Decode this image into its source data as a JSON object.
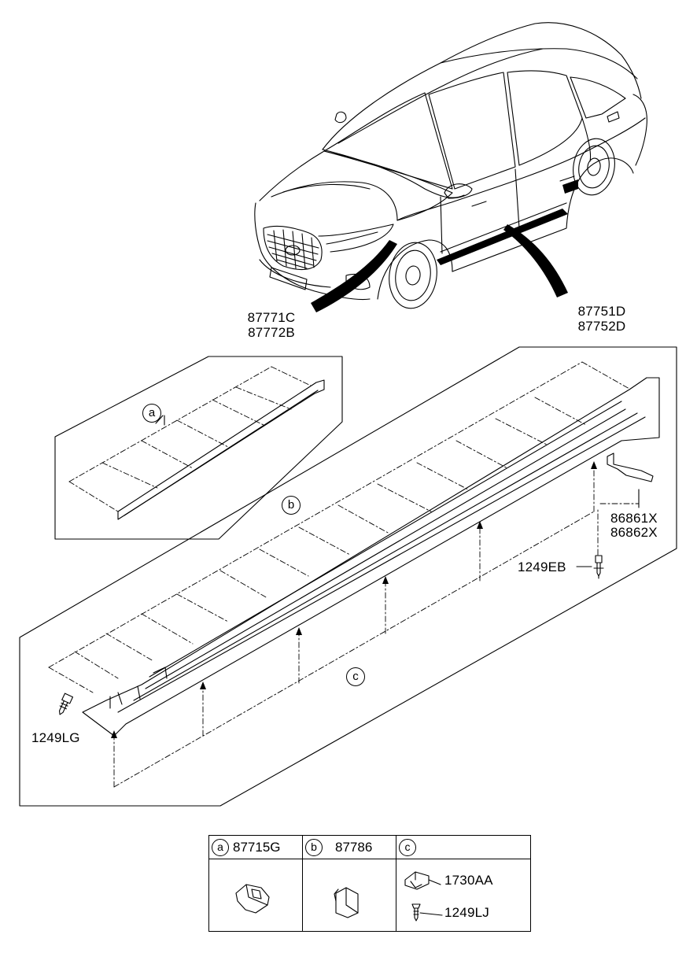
{
  "callouts": {
    "front_part_1": "87771C",
    "front_part_2": "87772B",
    "side_part_1": "87751D",
    "side_part_2": "87752D",
    "bracket_1": "86861X",
    "bracket_2": "86862X",
    "bolt_rear": "1249EB",
    "bolt_front": "1249LG"
  },
  "markers": {
    "a": "a",
    "b": "b",
    "c": "c"
  },
  "legend": {
    "a": {
      "letter": "a",
      "part": "87715G"
    },
    "b": {
      "letter": "b",
      "part": "87786"
    },
    "c": {
      "letter": "c",
      "part_1": "1730AA",
      "part_2": "1249LJ"
    }
  }
}
